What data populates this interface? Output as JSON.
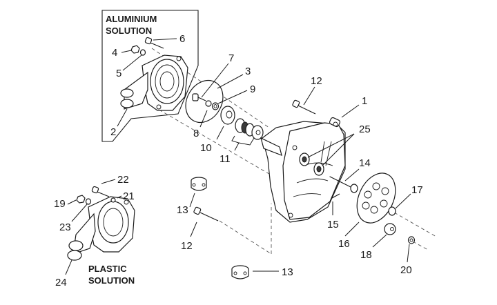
{
  "diagram": {
    "title": "Water pump exploded view",
    "captions": {
      "aluminium_line1": "ALUMINIUM",
      "aluminium_line2": "SOLUTION",
      "plastic_line1": "PLASTIC",
      "plastic_line2": "SOLUTION"
    },
    "callouts": [
      {
        "id": "c1",
        "label": "1"
      },
      {
        "id": "c2",
        "label": "2"
      },
      {
        "id": "c3",
        "label": "3"
      },
      {
        "id": "c4",
        "label": "4"
      },
      {
        "id": "c5",
        "label": "5"
      },
      {
        "id": "c6",
        "label": "6"
      },
      {
        "id": "c7",
        "label": "7"
      },
      {
        "id": "c8",
        "label": "8"
      },
      {
        "id": "c9",
        "label": "9"
      },
      {
        "id": "c10",
        "label": "10"
      },
      {
        "id": "c11",
        "label": "11"
      },
      {
        "id": "c12a",
        "label": "12"
      },
      {
        "id": "c12b",
        "label": "12"
      },
      {
        "id": "c13a",
        "label": "13"
      },
      {
        "id": "c13b",
        "label": "13"
      },
      {
        "id": "c14",
        "label": "14"
      },
      {
        "id": "c15",
        "label": "15"
      },
      {
        "id": "c16",
        "label": "16"
      },
      {
        "id": "c17",
        "label": "17"
      },
      {
        "id": "c18",
        "label": "18"
      },
      {
        "id": "c19",
        "label": "19"
      },
      {
        "id": "c20",
        "label": "20"
      },
      {
        "id": "c21",
        "label": "21"
      },
      {
        "id": "c22",
        "label": "22"
      },
      {
        "id": "c23",
        "label": "23"
      },
      {
        "id": "c24",
        "label": "24"
      },
      {
        "id": "c25",
        "label": "25"
      }
    ]
  }
}
